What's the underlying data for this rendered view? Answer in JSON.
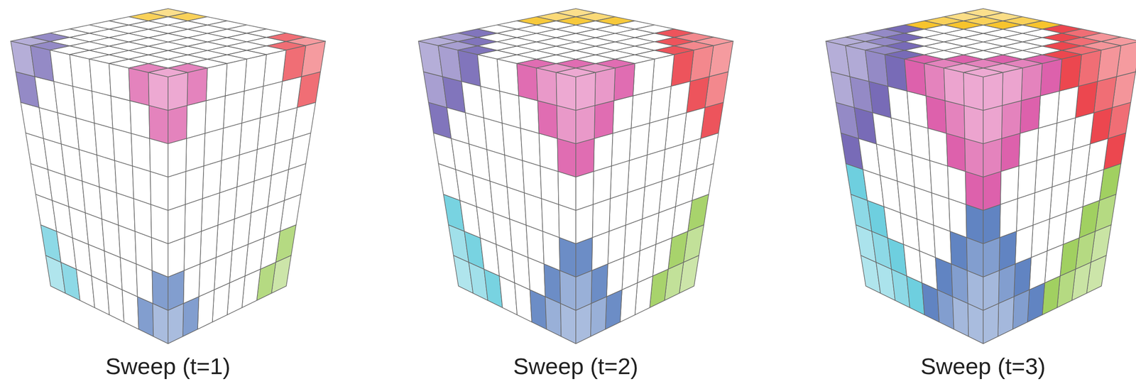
{
  "diagram": {
    "labels": [
      "Sweep (t=1)",
      "Sweep (t=2)",
      "Sweep (t=3)"
    ]
  }
}
